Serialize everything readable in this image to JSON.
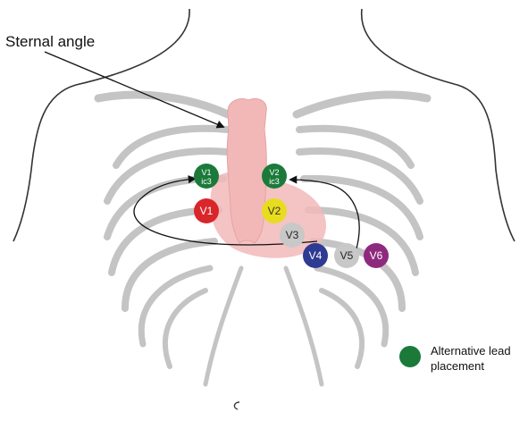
{
  "annotation": {
    "label": "Sternal angle"
  },
  "leads": [
    {
      "id": "v1-ic3",
      "label": "V1",
      "sublabel": "ic3",
      "color": "#1b7a3a",
      "text_color": "#ffffff"
    },
    {
      "id": "v2-ic3",
      "label": "V2",
      "sublabel": "ic3",
      "color": "#1b7a3a",
      "text_color": "#ffffff"
    },
    {
      "id": "v1",
      "label": "V1",
      "color": "#d9262b",
      "text_color": "#ffffff"
    },
    {
      "id": "v2",
      "label": "V2",
      "color": "#e8dc1e",
      "text_color": "#333333"
    },
    {
      "id": "v3",
      "label": "V3",
      "color": "#c8c8c8",
      "text_color": "#222222"
    },
    {
      "id": "v4",
      "label": "V4",
      "color": "#2e3b92",
      "text_color": "#ffffff"
    },
    {
      "id": "v5",
      "label": "V5",
      "color": "#c8c8c8",
      "text_color": "#222222"
    },
    {
      "id": "v6",
      "label": "V6",
      "color": "#8e2a7e",
      "text_color": "#ffffff"
    }
  ],
  "legend": {
    "color": "#1b7a3a",
    "line1": "Alternative lead",
    "line2": "placement"
  },
  "colors": {
    "heart": "#f2b8b8",
    "anatomy_line": "#bdbdbd",
    "arrow": "#111111"
  }
}
